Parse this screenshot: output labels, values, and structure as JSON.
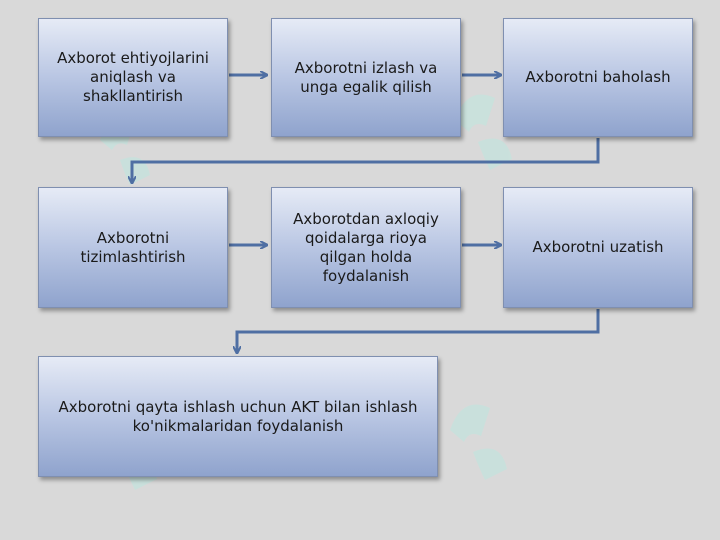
{
  "diagram": {
    "steps": [
      {
        "id": "s1",
        "label": "Axborot ehtiyojlarini\naniqlash va\nshakllantirish"
      },
      {
        "id": "s2",
        "label": "Axborotni izlash va\nunga egalik qilish"
      },
      {
        "id": "s3",
        "label": "Axborotni baholash"
      },
      {
        "id": "s4",
        "label": "Axborotni\ntizimlashtirish"
      },
      {
        "id": "s5",
        "label": "Axborotdan axloqiy\nqoidalarga rioya\nqilgan holda\nfoydalanish"
      },
      {
        "id": "s6",
        "label": "Axborotni uzatish"
      },
      {
        "id": "s7",
        "label": "Axborotni qayta ishlash uchun AKT bilan ishlash\nko'nikmalaridan foydalanish"
      }
    ]
  },
  "colors": {
    "background": "#d9d9d9",
    "box_top": "#e6ebf6",
    "box_bottom": "#8fa3cd",
    "arrow": "#4f6fa3"
  }
}
